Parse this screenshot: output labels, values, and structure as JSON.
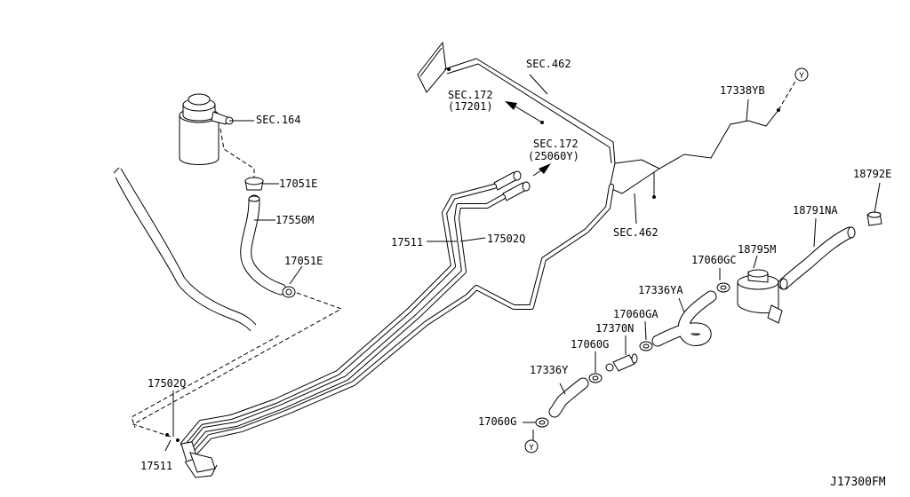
{
  "labels": {
    "sec164": "SEC.164",
    "p17051e_top": "17051E",
    "p17550m": "17550M",
    "p17051e_mid": "17051E",
    "sec462_top": "SEC.462",
    "sec172_a": "SEC.172",
    "sec172_a_sub": "(17201)",
    "sec172_b": "SEC.172",
    "sec172_b_sub": "(25060Y)",
    "p17338yb": "17338YB",
    "p17511_mid": "17511",
    "p17502q_mid": "17502Q",
    "sec462_bottom": "SEC.462",
    "p18792e": "18792E",
    "p18791na": "18791NA",
    "p18795m": "18795M",
    "p17060gc": "17060GC",
    "p17336ya": "17336YA",
    "p17060ga": "17060GA",
    "p17370n": "17370N",
    "p17060g_upper": "17060G",
    "p17336y": "17336Y",
    "p17060g_lower": "17060G",
    "p17502q_low": "17502Q",
    "p17511_low": "17511",
    "ref_y_top": "Y",
    "ref_y_bottom": "Y",
    "diagram_id": "J17300FM"
  }
}
